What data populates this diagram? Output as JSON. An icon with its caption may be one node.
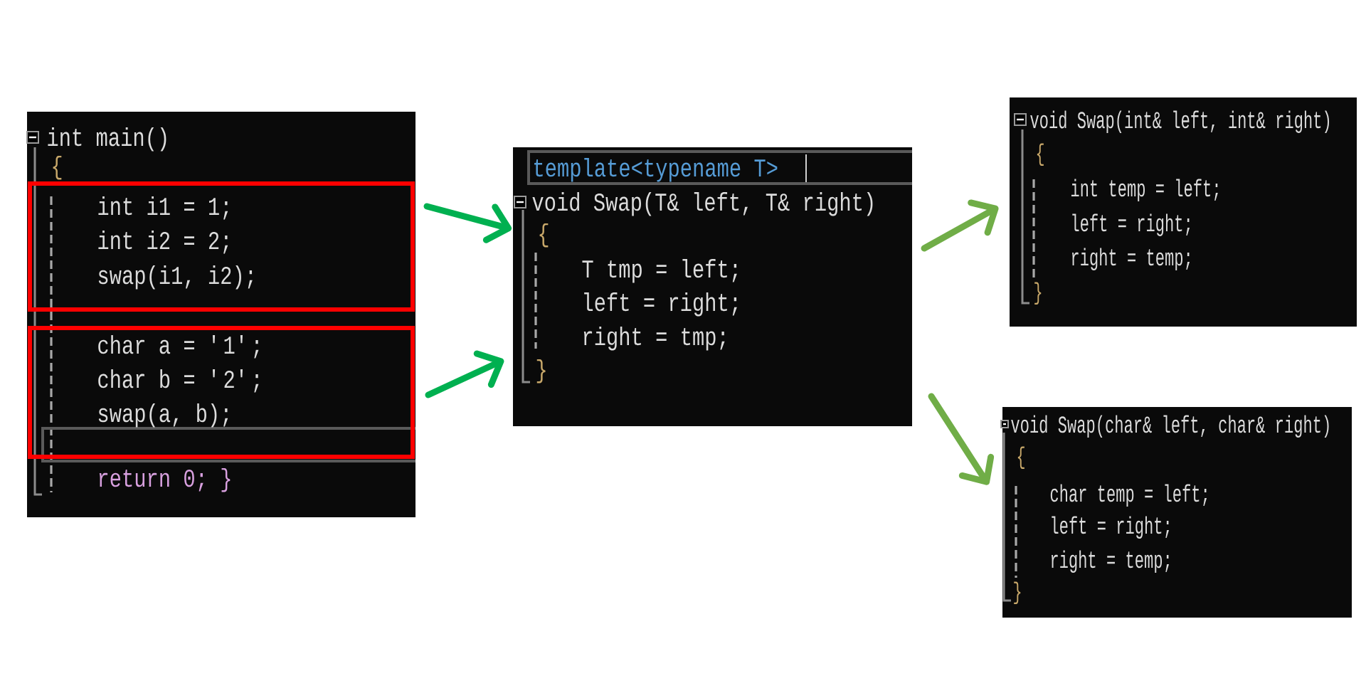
{
  "diagram": {
    "nodes": [
      {
        "text": [
          "int main()",
          "{",
          "return 0; }"
        ]
      },
      {
        "text": [
          "int i1 = 1;",
          "int i2 = 2;",
          "swap(i1, i2);"
        ],
        "in": 0
      },
      {
        "text": [
          "char a = '1';",
          "char b = '2';",
          "swap(a, b);"
        ],
        "in": 0
      },
      {
        "text": [
          "template<typename T>",
          "void Swap(T& left, T& right)",
          "{",
          "T tmp = left;",
          "left = right;",
          "right = tmp;",
          "}"
        ]
      },
      {
        "text": [
          "void Swap(int& left, int& right)",
          "{",
          "int temp = left;",
          "left = right;",
          "right = temp;",
          "}"
        ]
      },
      {
        "text": [
          "void Swap(char& left, char& right)",
          "{",
          "char temp = left;",
          "left = right;",
          "right = temp;",
          "}"
        ]
      }
    ],
    "edges": [
      {
        "from": 1,
        "to": 3,
        "arrow": "to"
      },
      {
        "from": 2,
        "to": 3,
        "arrow": "to"
      },
      {
        "from": 3,
        "to": 4,
        "arrow": "to",
        "color": "#70ad47"
      },
      {
        "from": 3,
        "to": 5,
        "arrow": "to",
        "color": "#70ad47"
      }
    ]
  }
}
